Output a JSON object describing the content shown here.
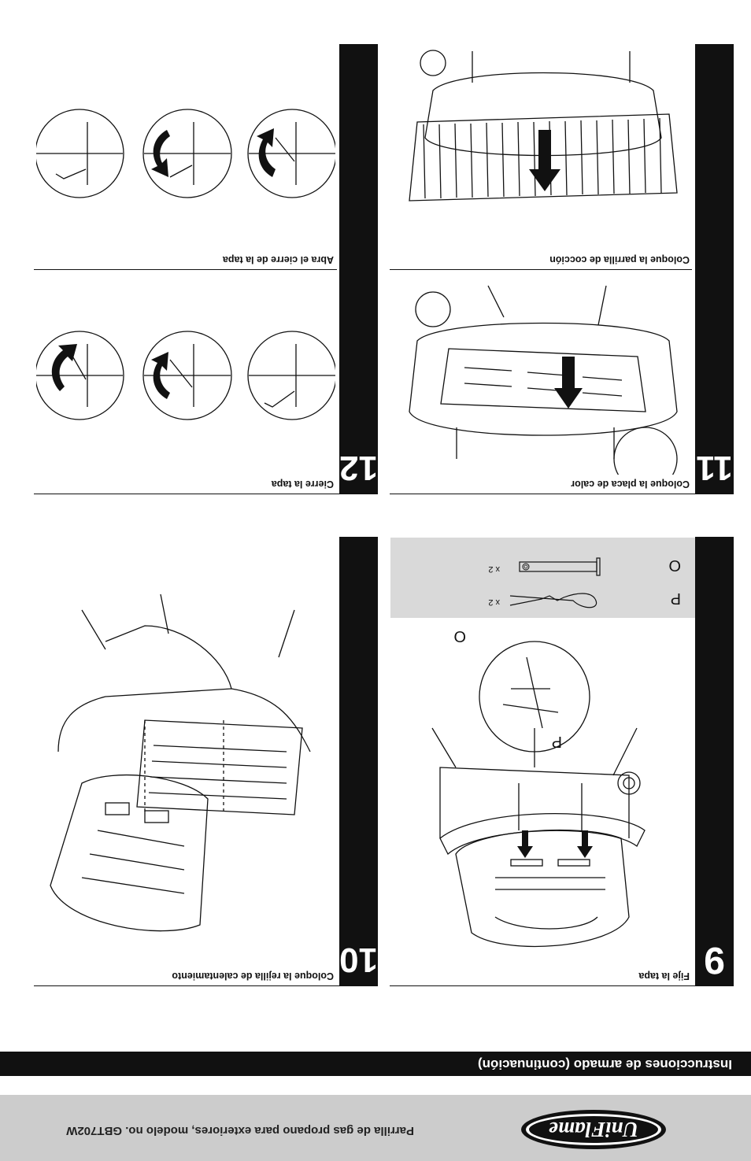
{
  "footer": {
    "logo_text": "UniFlame",
    "model_line": "Parrilla de gas propano para exteriores, modelo no. GBT702W"
  },
  "header": {
    "section_title": "Instrucciones de armado (continuación)"
  },
  "steps": [
    {
      "number": "9",
      "caption": "Fije la tapa",
      "callouts": [
        "O",
        "P"
      ]
    },
    {
      "number": "10",
      "caption": "Coloque la rejilla de calentamiento",
      "callouts": []
    },
    {
      "number": "11",
      "caption": "Coloque la placa de calor",
      "sub_caption": "Coloque la parrilla de cocción"
    },
    {
      "number": "12",
      "caption": "Cierre la tapa",
      "sub_caption": "Abra el cierre de la tapa"
    }
  ],
  "parts": [
    {
      "letter": "O",
      "qty": "x 2",
      "qty_small": "x 2"
    },
    {
      "letter": "P",
      "qty": "x 2",
      "qty_small": "x 2"
    }
  ],
  "colors": {
    "black": "#111111",
    "footer_gray": "#cccccc",
    "parts_gray": "#d9d9d9"
  }
}
